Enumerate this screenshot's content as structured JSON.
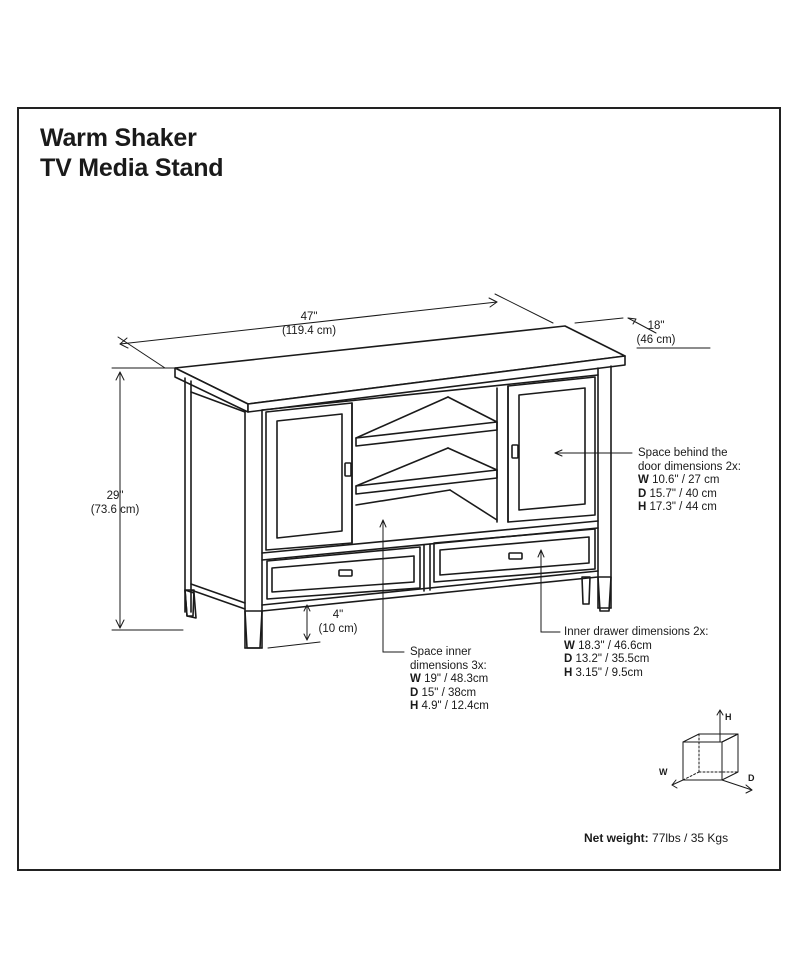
{
  "title": {
    "line1": "Warm Shaker",
    "line2": "TV Media Stand"
  },
  "dimensions": {
    "width": {
      "imperial": "47\"",
      "metric": "(119.4 cm)"
    },
    "depth": {
      "imperial": "18\"",
      "metric": "(46 cm)"
    },
    "height": {
      "imperial": "29\"",
      "metric": "(73.6 cm)"
    },
    "leg": {
      "imperial": "4\"",
      "metric": "(10 cm)"
    }
  },
  "door_space": {
    "title1": "Space behind the",
    "title2": "door dimensions 2x:",
    "w_label": "W",
    "w_value": "10.6\" / 27 cm",
    "d_label": "D",
    "d_value": "15.7\" / 40 cm",
    "h_label": "H",
    "h_value": "17.3\" / 44 cm"
  },
  "inner_space": {
    "title1": "Space inner",
    "title2": "dimensions 3x:",
    "w_label": "W",
    "w_value": "19\" / 48.3cm",
    "d_label": "D",
    "d_value": "15\" / 38cm",
    "h_label": "H",
    "h_value": "4.9\" / 12.4cm"
  },
  "drawer_space": {
    "title": "Inner drawer dimensions 2x:",
    "w_label": "W",
    "w_value": "18.3\" / 46.6cm",
    "d_label": "D",
    "d_value": "13.2\" / 35.5cm",
    "h_label": "H",
    "h_value": "3.15\" / 9.5cm"
  },
  "axes": {
    "h": "H",
    "w": "W",
    "d": "D"
  },
  "net_weight": {
    "label": "Net weight:",
    "value": "77lbs / 35 Kgs"
  }
}
